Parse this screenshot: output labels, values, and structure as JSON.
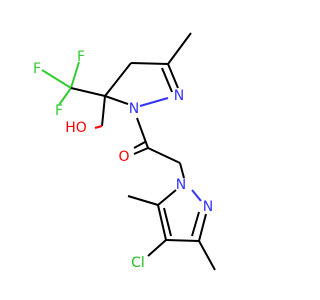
{
  "molecule": {
    "atoms": {
      "f1": "F",
      "f2": "F",
      "f3": "F",
      "oh": "HO",
      "n_pyrazoline_1": "N",
      "n_pyrazoline_2": "N",
      "o_carbonyl": "O",
      "n_pyrazole_1": "N",
      "n_pyrazole_2": "N",
      "cl": "Cl"
    },
    "colors": {
      "carbon": "#000000",
      "nitrogen": "#3333ff",
      "oxygen": "#ff0000",
      "fluorine": "#33cc33",
      "chlorine": "#1fbf1f"
    }
  }
}
